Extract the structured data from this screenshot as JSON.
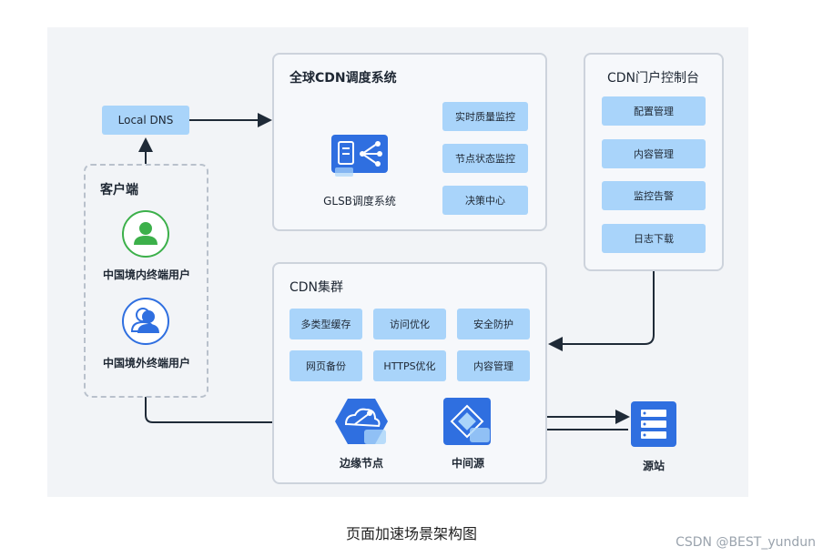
{
  "local_dns": "Local DNS",
  "client": {
    "title": "客户端",
    "domestic_user": "中国境内终端用户",
    "overseas_user": "中国境外终端用户"
  },
  "global_scheduling": {
    "title": "全球CDN调度系统",
    "glsb": "GLSB调度系统",
    "items": [
      "实时质量监控",
      "节点状态监控",
      "决策中心"
    ]
  },
  "portal": {
    "title": "CDN门户控制台",
    "items": [
      "配置管理",
      "内容管理",
      "监控告警",
      "日志下载"
    ]
  },
  "cluster": {
    "title": "CDN集群",
    "items": [
      "多类型缓存",
      "访问优化",
      "安全防护",
      "网页备份",
      "HTTPS优化",
      "内容管理"
    ],
    "edge_node": "边缘节点",
    "middle_origin": "中间源"
  },
  "origin": "源站",
  "caption": "页面加速场景架构图",
  "watermark": "CSDN @BEST_yundun",
  "colors": {
    "pill": "#a9d4fa",
    "panel_border": "#cdd3dc",
    "line": "#1f2a37",
    "icon_blue": "#2f6fe0",
    "user_green": "#3cb04a",
    "user_blue": "#2f6fe0"
  }
}
